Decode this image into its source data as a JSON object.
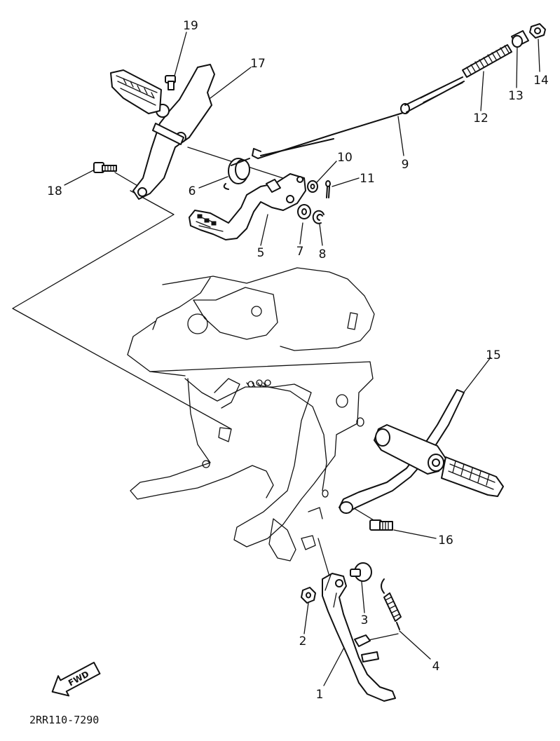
{
  "diagram": {
    "part_numbers": [
      "1",
      "2",
      "3",
      "4",
      "5",
      "6",
      "7",
      "8",
      "9",
      "10",
      "11",
      "12",
      "13",
      "14",
      "15",
      "16",
      "17",
      "18",
      "19"
    ],
    "fwd_label": "FWD",
    "catalog_code": "2RR110-7290"
  }
}
